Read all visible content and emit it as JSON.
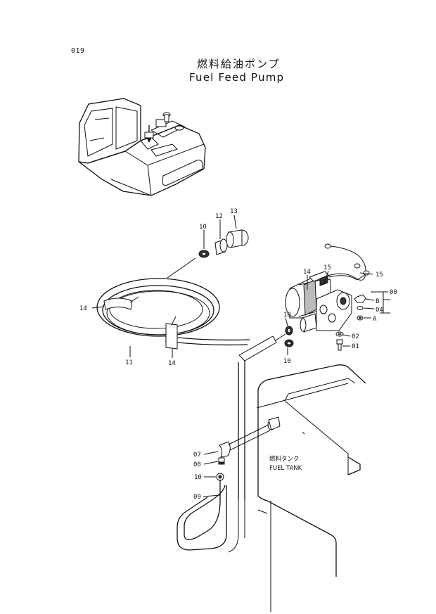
{
  "page_number": "019",
  "title_jp": "燃料給油ポンプ",
  "title_en": "Fuel Feed Pump",
  "callouts": {
    "c13": "13",
    "c12": "12",
    "c10_top": "10",
    "c14_left": "14",
    "c11": "11",
    "c14_bottom": "14",
    "c14_pump": "14",
    "c15_a": "15",
    "c15_b": "15",
    "c00": "00",
    "cB": "B",
    "c04": "04",
    "cA": "A",
    "c10_mid_a": "10",
    "c10_mid_b": "10",
    "c02": "02",
    "c01": "01",
    "c07": "07",
    "c08": "08",
    "c10_low": "10",
    "c09": "09"
  },
  "fuel_tank_label_jp": "燃料タンク",
  "fuel_tank_label_en": "FUEL TANK"
}
